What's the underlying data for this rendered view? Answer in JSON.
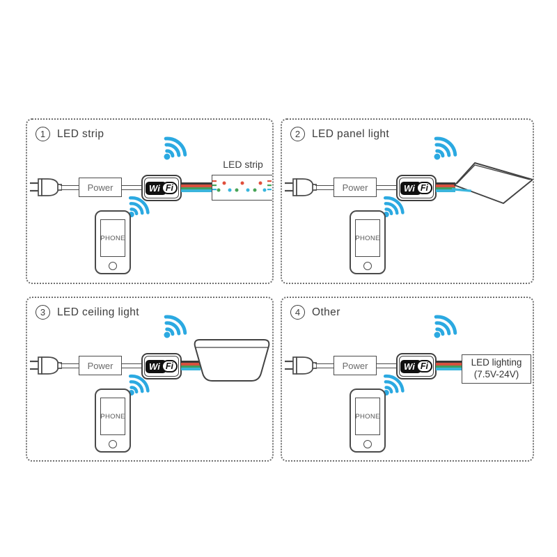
{
  "colors": {
    "wifi": "#2BA9E1",
    "line": "#4A4A4A",
    "wire_black": "#383838",
    "wire_red": "#D8503E",
    "wire_green": "#3F9E63",
    "wire_blue": "#3AB5DC",
    "led_red": "#E04F3C",
    "led_green": "#47A457",
    "led_blue": "#38B6DD"
  },
  "shared": {
    "power_label": "Power",
    "phone_label": "PHONE",
    "wifi_logo_wi": "Wi",
    "wifi_logo_fi": "Fi"
  },
  "panels": [
    {
      "number": "1",
      "title": "LED strip",
      "device_label": "LED strip"
    },
    {
      "number": "2",
      "title": "LED panel light"
    },
    {
      "number": "3",
      "title": "LED ceiling light"
    },
    {
      "number": "4",
      "title": "Other",
      "device_line1": "LED lighting",
      "device_line2": "(7.5V-24V)"
    }
  ]
}
